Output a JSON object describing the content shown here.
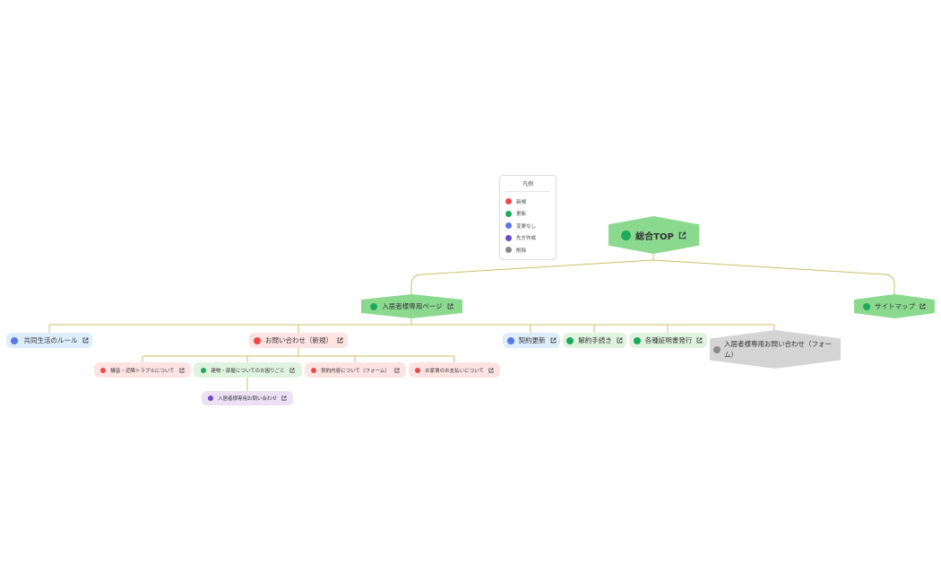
{
  "legend": {
    "title": "凡例",
    "items": [
      {
        "label": "新規",
        "color": "#ef4a4a"
      },
      {
        "label": "更新",
        "color": "#1fa95b"
      },
      {
        "label": "変更なし",
        "color": "#5876e8"
      },
      {
        "label": "先方作成",
        "color": "#6a4bc4"
      },
      {
        "label": "削除",
        "color": "#8a8a8a"
      }
    ]
  },
  "nodes": {
    "top": {
      "label": "総合TOP",
      "status": "更新"
    },
    "resident_page": {
      "label": "入居者様専用ページ",
      "status": "更新"
    },
    "sitemap": {
      "label": "サイトマップ",
      "status": "更新"
    },
    "rules": {
      "label": "共同生活のルール",
      "status": "変更なし"
    },
    "inquiry_new": {
      "label": "お問い合わせ（新規）",
      "status": "新規"
    },
    "contract_renewal": {
      "label": "契約更新",
      "status": "変更なし"
    },
    "cancellation": {
      "label": "解約手続き",
      "status": "更新"
    },
    "certificates": {
      "label": "各種証明書発行",
      "status": "更新"
    },
    "resident_inquiry_form": {
      "label": "入居者様専用お問い合わせ（フォーム）",
      "status": "削除"
    },
    "noise": {
      "label": "騒音・近隣トラブルについて",
      "status": "新規"
    },
    "building": {
      "label": "建物・部屋についてのお困りごと",
      "status": "更新"
    },
    "contract_details": {
      "label": "契約内容について（フォーム）",
      "status": "新規"
    },
    "rent_payment": {
      "label": "お家賃のお支払いについて",
      "status": "新規"
    },
    "resident_inquiry": {
      "label": "入居者様専用お問い合わせ",
      "status": "先方作成"
    }
  }
}
